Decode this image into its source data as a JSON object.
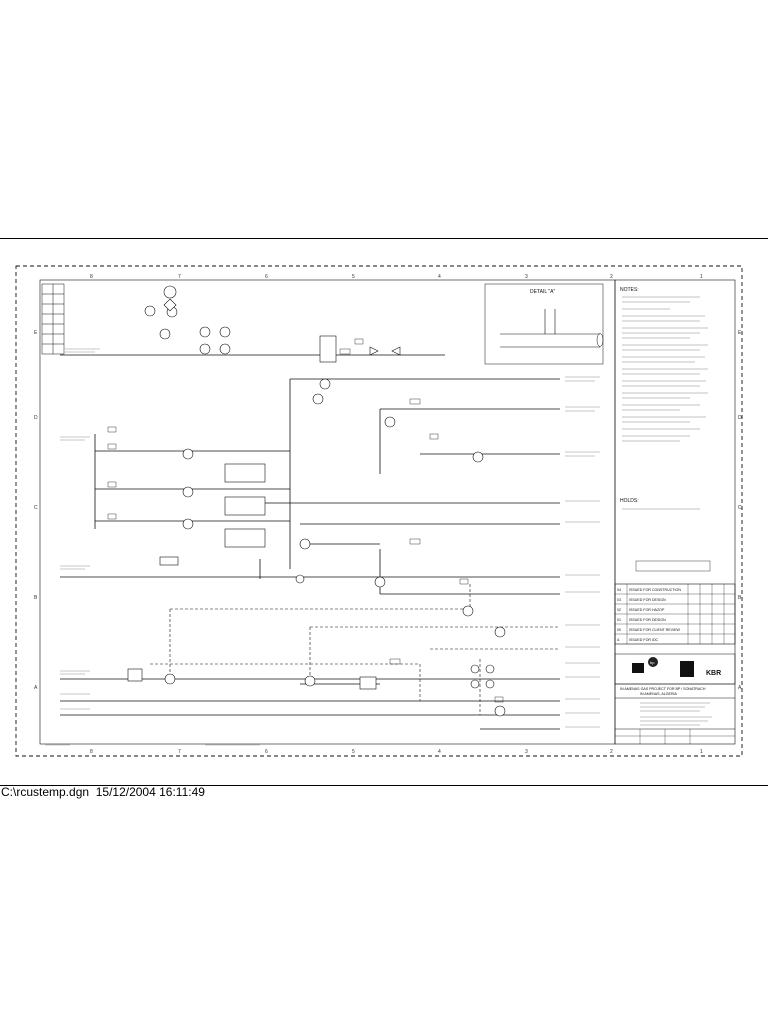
{
  "footer": {
    "path": "C:\\rcustemp.dgn",
    "date": "15/12/2004",
    "time": "16:11:49"
  },
  "grid": {
    "columns": [
      "8",
      "7",
      "6",
      "5",
      "4",
      "3",
      "2",
      "1"
    ],
    "rows": [
      "E",
      "D",
      "C",
      "B",
      "A"
    ]
  },
  "drawing": {
    "detail_title": "DETAIL \"A\"",
    "notes_heading": "NOTES:",
    "holds_heading": "HOLDS:",
    "project_line1": "IN AMENAS GAS PROJECT FOR BP / SONATRACH",
    "project_line2": "IN AMENAS, ALGERIA",
    "logo_right": "KBR",
    "logo_bp": "bp"
  },
  "revisions": [
    {
      "rev": "04",
      "desc": "ISSUED FOR CONSTRUCTION"
    },
    {
      "rev": "03",
      "desc": "ISSUED FOR DESIGN"
    },
    {
      "rev": "02",
      "desc": "ISSUED FOR HAZOP"
    },
    {
      "rev": "01",
      "desc": "ISSUED FOR DESIGN"
    },
    {
      "rev": "00",
      "desc": "ISSUED FOR CLIENT REVIEW"
    },
    {
      "rev": "A",
      "desc": "ISSUED FOR IDC"
    }
  ],
  "colors": {
    "line": "#111111",
    "paper": "#ffffff"
  }
}
